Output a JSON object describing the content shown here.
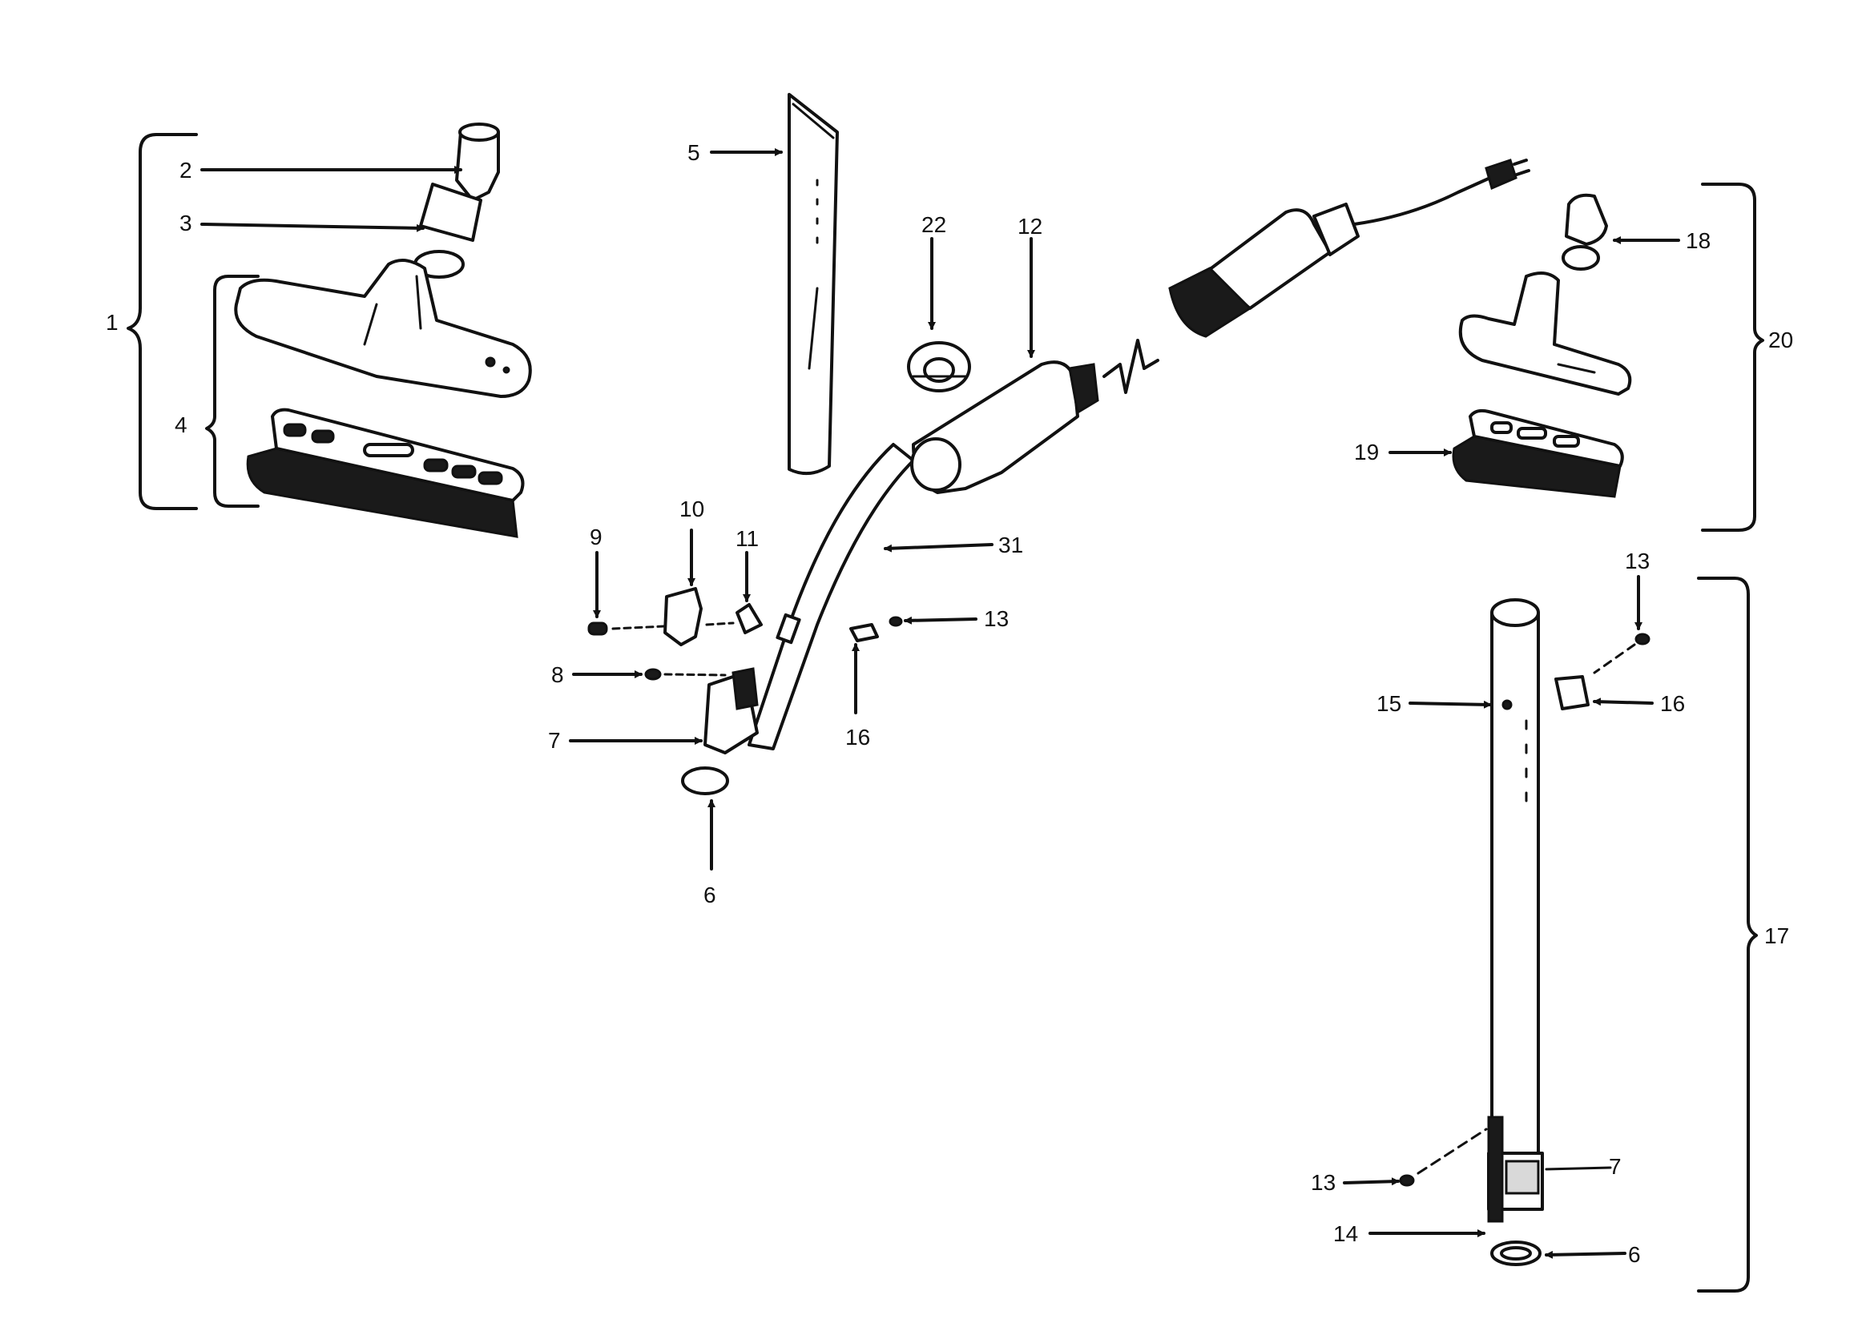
{
  "labels": {
    "n1": "1",
    "n2": "2",
    "n3": "3",
    "n4": "4",
    "n5": "5",
    "n6a": "6",
    "n6b": "6",
    "n7a": "7",
    "n7b": "7",
    "n8": "8",
    "n9": "9",
    "n10": "10",
    "n11": "11",
    "n12": "12",
    "n13a": "13",
    "n13b": "13",
    "n13c": "13",
    "n14": "14",
    "n15": "15",
    "n16a": "16",
    "n16b": "16",
    "n17": "17",
    "n18": "18",
    "n19": "19",
    "n20": "20",
    "n22": "22",
    "n31": "31"
  },
  "colors": {
    "ink": "#111111",
    "paper": "#ffffff",
    "shade": "#d9d9d9"
  }
}
